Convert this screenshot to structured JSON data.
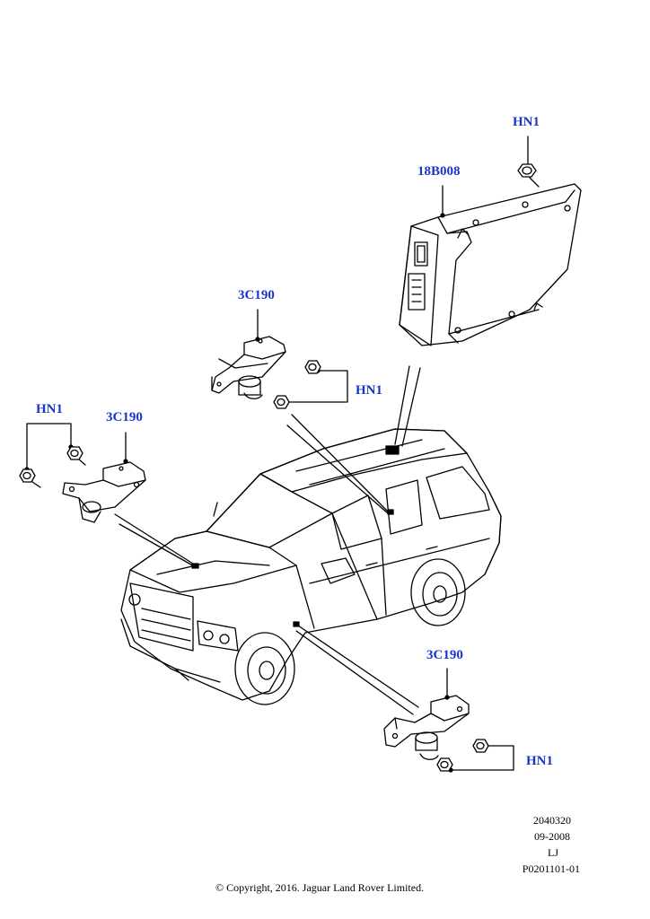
{
  "colors": {
    "callout": "#1a33cc",
    "line": "#000000",
    "background": "#ffffff"
  },
  "callouts": {
    "hn1_top": "HN1",
    "module_18b008": "18B008",
    "sensor_3c190_middle": "3C190",
    "hn1_middle": "HN1",
    "hn1_left": "HN1",
    "sensor_3c190_left": "3C190",
    "sensor_3c190_bottom": "3C190",
    "hn1_bottom": "HN1"
  },
  "footer": {
    "code": "2040320",
    "date": "09-2008",
    "initials": "LJ",
    "ref": "P0201101-01",
    "copyright": "© Copyright, 2016. Jaguar Land Rover Limited."
  }
}
